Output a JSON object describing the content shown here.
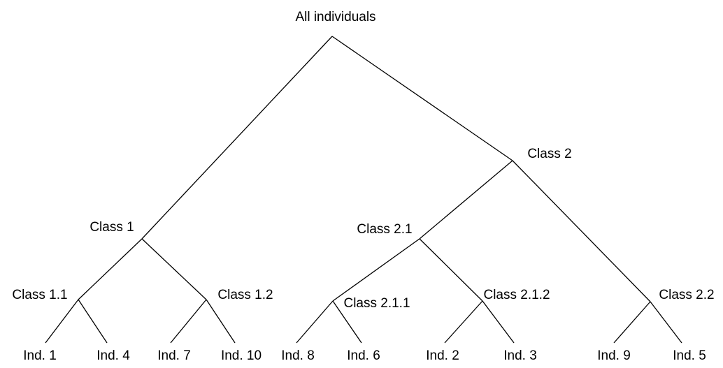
{
  "tree": {
    "root": {
      "label": "All individuals",
      "children": [
        {
          "label": "Class 1",
          "children": [
            {
              "label": "Class 1.1",
              "children": [
                {
                  "label": "Ind. 1"
                },
                {
                  "label": "Ind. 4"
                }
              ]
            },
            {
              "label": "Class 1.2",
              "children": [
                {
                  "label": "Ind. 7"
                },
                {
                  "label": "Ind. 10"
                }
              ]
            }
          ]
        },
        {
          "label": "Class 2",
          "children": [
            {
              "label": "Class 2.1",
              "children": [
                {
                  "label": "Class 2.1.1",
                  "children": [
                    {
                      "label": "Ind. 8"
                    },
                    {
                      "label": "Ind. 6"
                    }
                  ]
                },
                {
                  "label": "Class 2.1.2",
                  "children": [
                    {
                      "label": "Ind. 2"
                    },
                    {
                      "label": "Ind. 3"
                    }
                  ]
                }
              ]
            },
            {
              "label": "Class 2.2",
              "children": [
                {
                  "label": "Ind. 9"
                },
                {
                  "label": "Ind. 5"
                }
              ]
            }
          ]
        }
      ]
    }
  }
}
